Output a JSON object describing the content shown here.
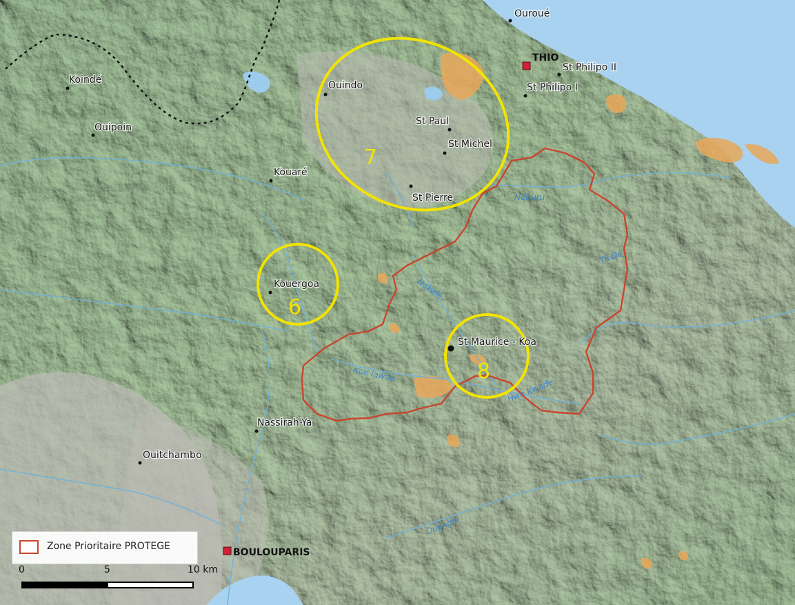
{
  "map": {
    "colors": {
      "sea": "#a9d2f0",
      "relief_green": "#a9c9a0",
      "relief_grey": "#b9b8b2",
      "river": "#6fb1dc",
      "zone_outline": "#c9452c",
      "circle": "#f2e400",
      "mining": "#e8a85a",
      "border": "#111111"
    },
    "places": {
      "ouroue": "Ouroué",
      "thio": "THIO",
      "st_philipo_ii": "St Philipo II",
      "st_philipo_i": "St Philipo I",
      "ouindo": "Ouindo",
      "st_paul": "St Paul",
      "st_michel": "St Michel",
      "st_pierre": "St Pierre",
      "koinde": "Koindé",
      "ouipoin": "Ouipoin",
      "kouare": "Kouaré",
      "kouergoa": "Kouergoa",
      "st_maurice_koa": "St Maurice - Koa",
      "nassirah_ya": "Nassirah-Ya",
      "ouitchambo": "Ouitchambo",
      "boulouparis": "BOULOUPARIS"
    },
    "rivers": {
      "neburu": "Néburu",
      "to_de": "Tô Dé",
      "nakale": "Nakalé",
      "koe_iawaa": "Koe Iawaa",
      "hwa_kwade": "Hwa Kwade",
      "ouenghi": "Ouenghi"
    },
    "zones": {
      "z6": "6",
      "z7": "7",
      "z8": "8"
    },
    "legend": {
      "zone_label": "Zone Prioritaire PROTEGE"
    },
    "scale": {
      "tick0": "0",
      "tick1": "5",
      "tick2": "10 km"
    }
  }
}
